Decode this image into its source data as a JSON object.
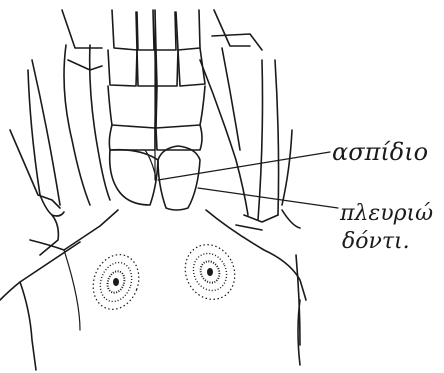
{
  "diagram": {
    "labels": {
      "shield": "ασπίδιο",
      "lateral_tooth_line1": "πλευριώ",
      "lateral_tooth_line2": "δόντι."
    },
    "colors": {
      "ink": "#1a1a1a",
      "background": "#ffffff"
    }
  }
}
